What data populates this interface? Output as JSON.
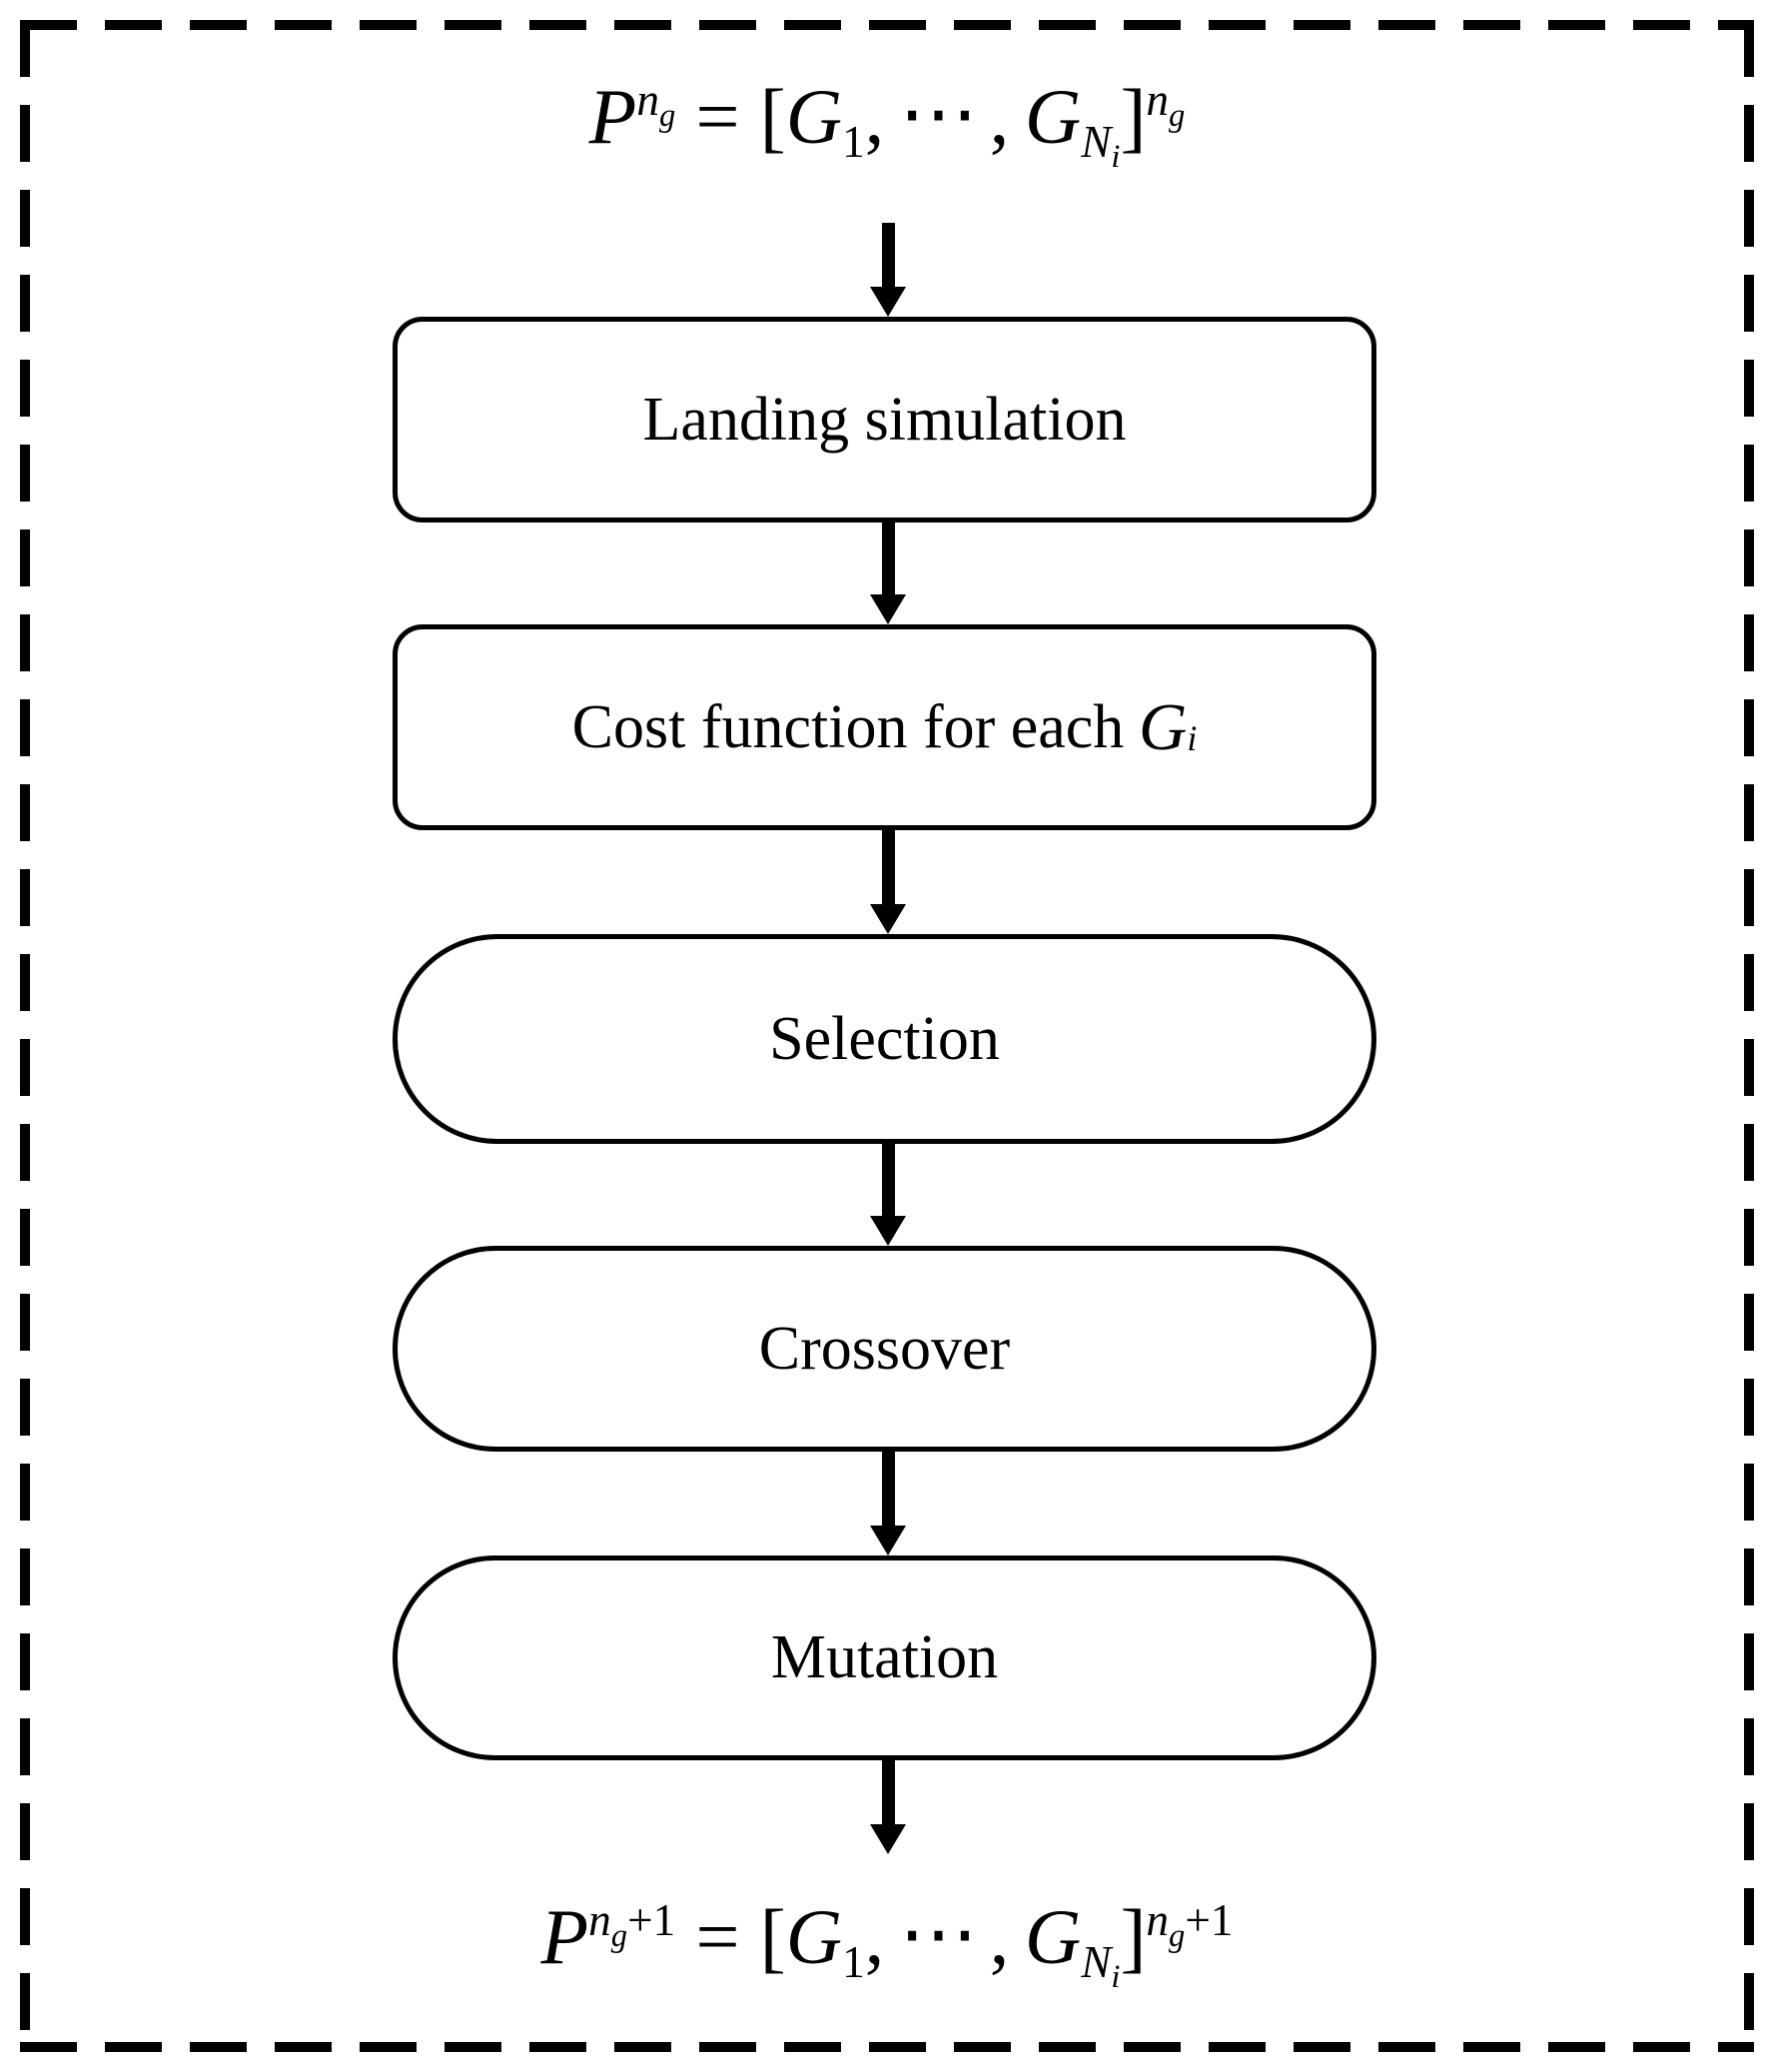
{
  "colors": {
    "ink": "#000000",
    "paper": "#ffffff"
  },
  "formulas": {
    "initial": {
      "P": "P",
      "sup_n": "n",
      "sup_g": "g",
      "sup_plus": "",
      "eq": "=",
      "lbracket": "[",
      "G1": "G",
      "G1_sub": "1",
      "comma1": ",",
      "cdots": "···",
      "comma2": ",",
      "GN": "G",
      "GN_sub_N": "N",
      "GN_sub_i": "i",
      "rbracket": "]",
      "exp_n": "n",
      "exp_g": "g",
      "exp_plus": ""
    },
    "next": {
      "P": "P",
      "sup_n": "n",
      "sup_g": "g",
      "sup_plus": "+1",
      "eq": "=",
      "lbracket": "[",
      "G1": "G",
      "G1_sub": "1",
      "comma1": ",",
      "cdots": "···",
      "comma2": ",",
      "GN": "G",
      "GN_sub_N": "N",
      "GN_sub_i": "i",
      "rbracket": "]",
      "exp_n": "n",
      "exp_g": "g",
      "exp_plus": "+1"
    }
  },
  "nodes": [
    {
      "label": "Landing simulation",
      "shape": "rect"
    },
    {
      "label_prefix": "Cost function for each",
      "math_base": "G",
      "math_sub": "i",
      "shape": "rect"
    },
    {
      "label": "Selection",
      "shape": "stadium"
    },
    {
      "label": "Crossover",
      "shape": "stadium"
    },
    {
      "label": "Mutation",
      "shape": "stadium"
    }
  ]
}
